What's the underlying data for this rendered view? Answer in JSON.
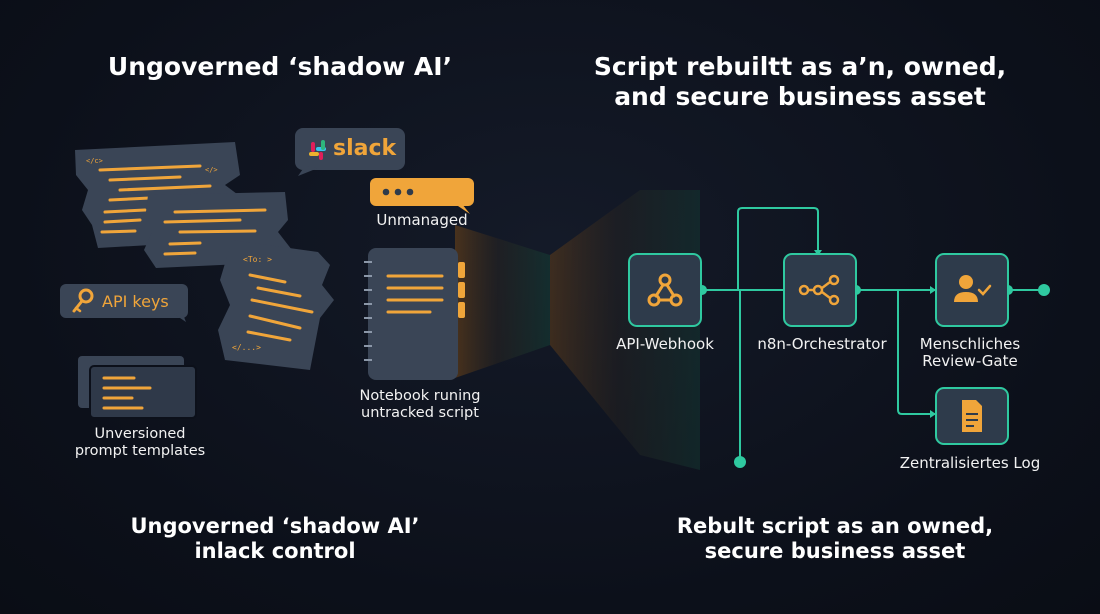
{
  "left": {
    "title": "Ungoverned ‘shadow AI’",
    "footer_line1": "Ungoverned ‘shadow AI’",
    "footer_line2": "inlack control",
    "slack_label": "slack",
    "api_keys_label": "API keys",
    "unmanaged_label": "Unmanaged",
    "notebook_line1": "Notebook runing",
    "notebook_line2": "untracked script",
    "templates_line1": "Unversioned",
    "templates_line2": "prompt templates"
  },
  "right": {
    "title_line1": "Script rebuiltt as a’n, owned,",
    "title_line2": "and secure business asset",
    "footer_line1": "Rebult script as an owned,",
    "footer_line2": "secure business asset",
    "nodes": {
      "api_webhook": "API-Webhook",
      "orchestrator": "n8n-Orchestrator",
      "review_line1": "Menschliches",
      "review_line2": "Review-Gate",
      "log": "Zentralisiertes Log"
    }
  },
  "colors": {
    "accent_orange": "#f0a53a",
    "accent_teal": "#2fc9a0",
    "node_fill": "#2e3b4b",
    "paper_fill": "#3a4556",
    "background": "#0c101a"
  },
  "icons": [
    "slack-icon",
    "key-icon",
    "chat-bubble-icon",
    "notebook-icon",
    "webhook-icon",
    "share-icon",
    "user-check-icon",
    "document-icon"
  ]
}
